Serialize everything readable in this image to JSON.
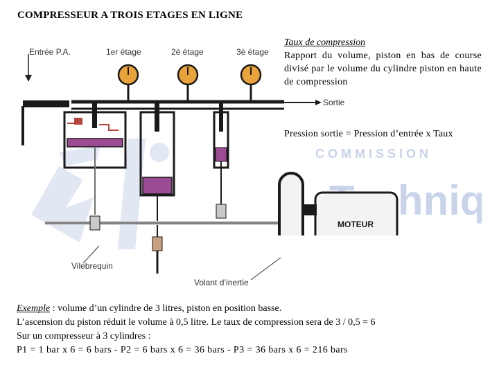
{
  "title": "COMPRESSEUR A TROIS ETAGES EN LIGNE",
  "diagram": {
    "labels": {
      "inlet": "Entrée P.A.",
      "stage1": "1er étage",
      "stage2": "2è étage",
      "stage3": "3è étage",
      "outlet": "Sortie",
      "motor": "MOTEUR",
      "crankshaft": "Vilebrequin",
      "flywheel": "Volant d’inertie"
    },
    "watermark": {
      "line1": "COMMISSION",
      "line2": "Technique"
    },
    "colors": {
      "piston": "#9b4b93",
      "gauge": "#e8a33a",
      "valve": "#b5463c",
      "frame": "#1a1a1a",
      "rod": "#c7c9ca",
      "motor": "#f2f3f4",
      "watermark": "#c9d4ea"
    }
  },
  "side": {
    "heading": "Taux de compression",
    "body": "Rapport du volume, piston en bas de course divisé par le volume du cylindre piston en haute de compression",
    "formula": "Pression sortie = Pression d’entrée x Taux"
  },
  "example": {
    "label": "Exemple",
    "line1_rest": " : volume d’un cylindre de 3 litres, piston en position basse.",
    "line2": "L’ascension du piston réduit le volume à 0,5 litre. Le taux de compression sera de 3 / 0,5 = 6",
    "line3": "Sur un compresseur à 3 cylindres :",
    "line4": "P1 = 1 bar x 6 = 6 bars - P2 = 6 bars x 6 = 36 bars - P3 = 36 bars x 6 = 216 bars"
  }
}
